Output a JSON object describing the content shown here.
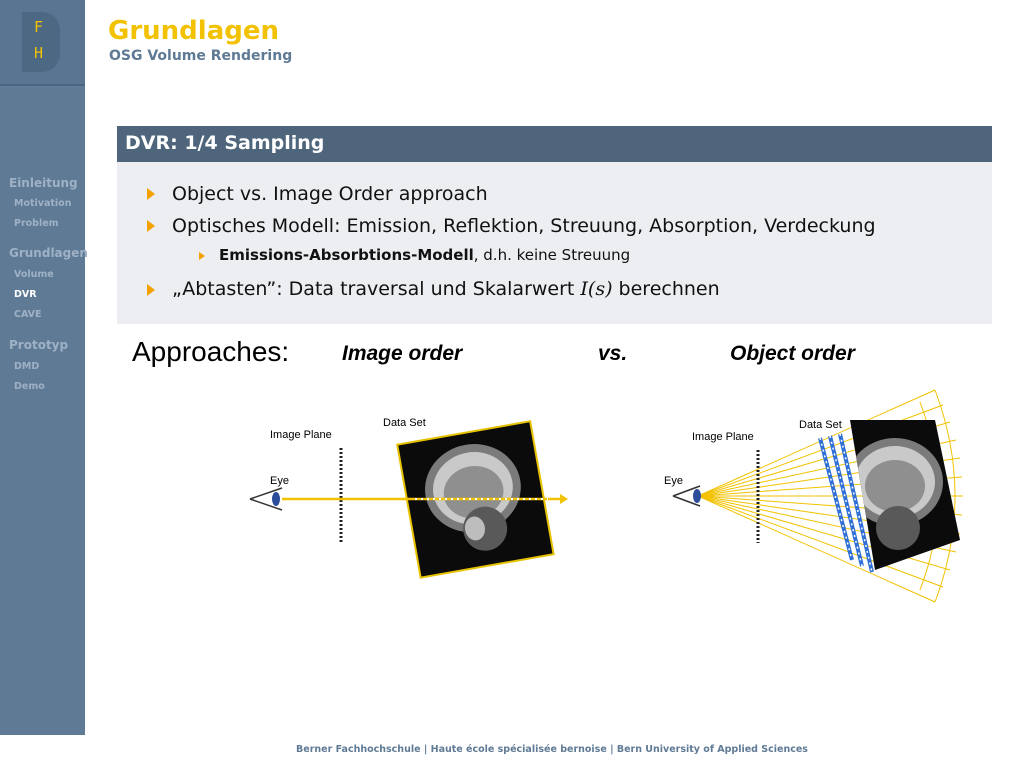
{
  "logo": {
    "letter1": "F",
    "letter2": "H"
  },
  "header": {
    "title": "Grundlagen",
    "subtitle": "OSG Volume Rendering"
  },
  "nav": {
    "sections": [
      {
        "label": "Einleitung",
        "items": [
          "Motivation",
          "Problem"
        ]
      },
      {
        "label": "Grundlagen",
        "items": [
          "Volume",
          "DVR",
          "CAVE"
        ]
      },
      {
        "label": "Prototyp",
        "items": [
          "DMD",
          "Demo"
        ]
      }
    ]
  },
  "block": {
    "title": "DVR: 1/4 Sampling",
    "bullet1": "Object vs. Image Order approach",
    "bullet2": "Optisches Modell: Emission, Reflektion, Streuung, Absorption, Verdeckung",
    "sub_bold": "Emissions-Absorbtions-Modell",
    "sub_rest": ", d.h. keine Streuung",
    "bullet3_pre": "„Abtasten”: Data traversal und Skalarwert ",
    "bullet3_math": "I(s)",
    "bullet3_post": " berechnen"
  },
  "figure": {
    "approaches": "Approaches:",
    "image_order": "Image order",
    "vs": "vs.",
    "object_order": "Object order",
    "left_eye": "Eye",
    "left_plane": "Image Plane",
    "left_data": "Data Set",
    "right_eye": "Eye",
    "right_plane": "Image Plane",
    "right_data": "Data Set"
  },
  "footer": "Berner Fachhochschule | Haute école spécialisée bernoise | Bern University of Applied Sciences",
  "colors": {
    "accent": "#f2c200",
    "sidebar": "#5f7a95",
    "block_head": "#4e657b",
    "block_body": "#eceef1"
  }
}
